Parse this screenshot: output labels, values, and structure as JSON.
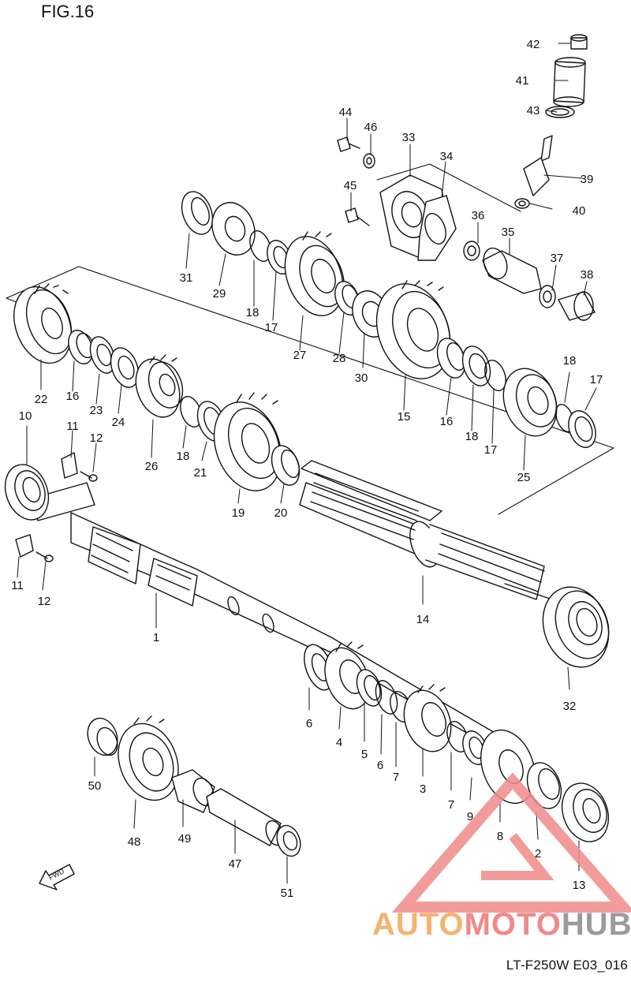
{
  "figure": {
    "title": "FIG.16",
    "code": "LT-F250W E03_016"
  },
  "watermark": {
    "part1": "AUTO",
    "part2": "MOTO",
    "part3": "HUB",
    "colors": {
      "orange": "#f7b26d",
      "red": "#f08a8a",
      "gray": "#9a9a9a"
    }
  },
  "callouts": [
    "42",
    "41",
    "43",
    "44",
    "46",
    "33",
    "34",
    "39",
    "40",
    "45",
    "36",
    "35",
    "37",
    "38",
    "31",
    "29",
    "18",
    "17",
    "27",
    "28",
    "30",
    "15",
    "16",
    "18",
    "17",
    "18",
    "17",
    "25",
    "22",
    "16",
    "23",
    "24",
    "26",
    "18",
    "21",
    "19",
    "20",
    "10",
    "11",
    "12",
    "11",
    "12",
    "14",
    "1",
    "32",
    "6",
    "4",
    "5",
    "6",
    "7",
    "3",
    "7",
    "9",
    "8",
    "2",
    "13",
    "50",
    "48",
    "49",
    "47",
    "51"
  ]
}
